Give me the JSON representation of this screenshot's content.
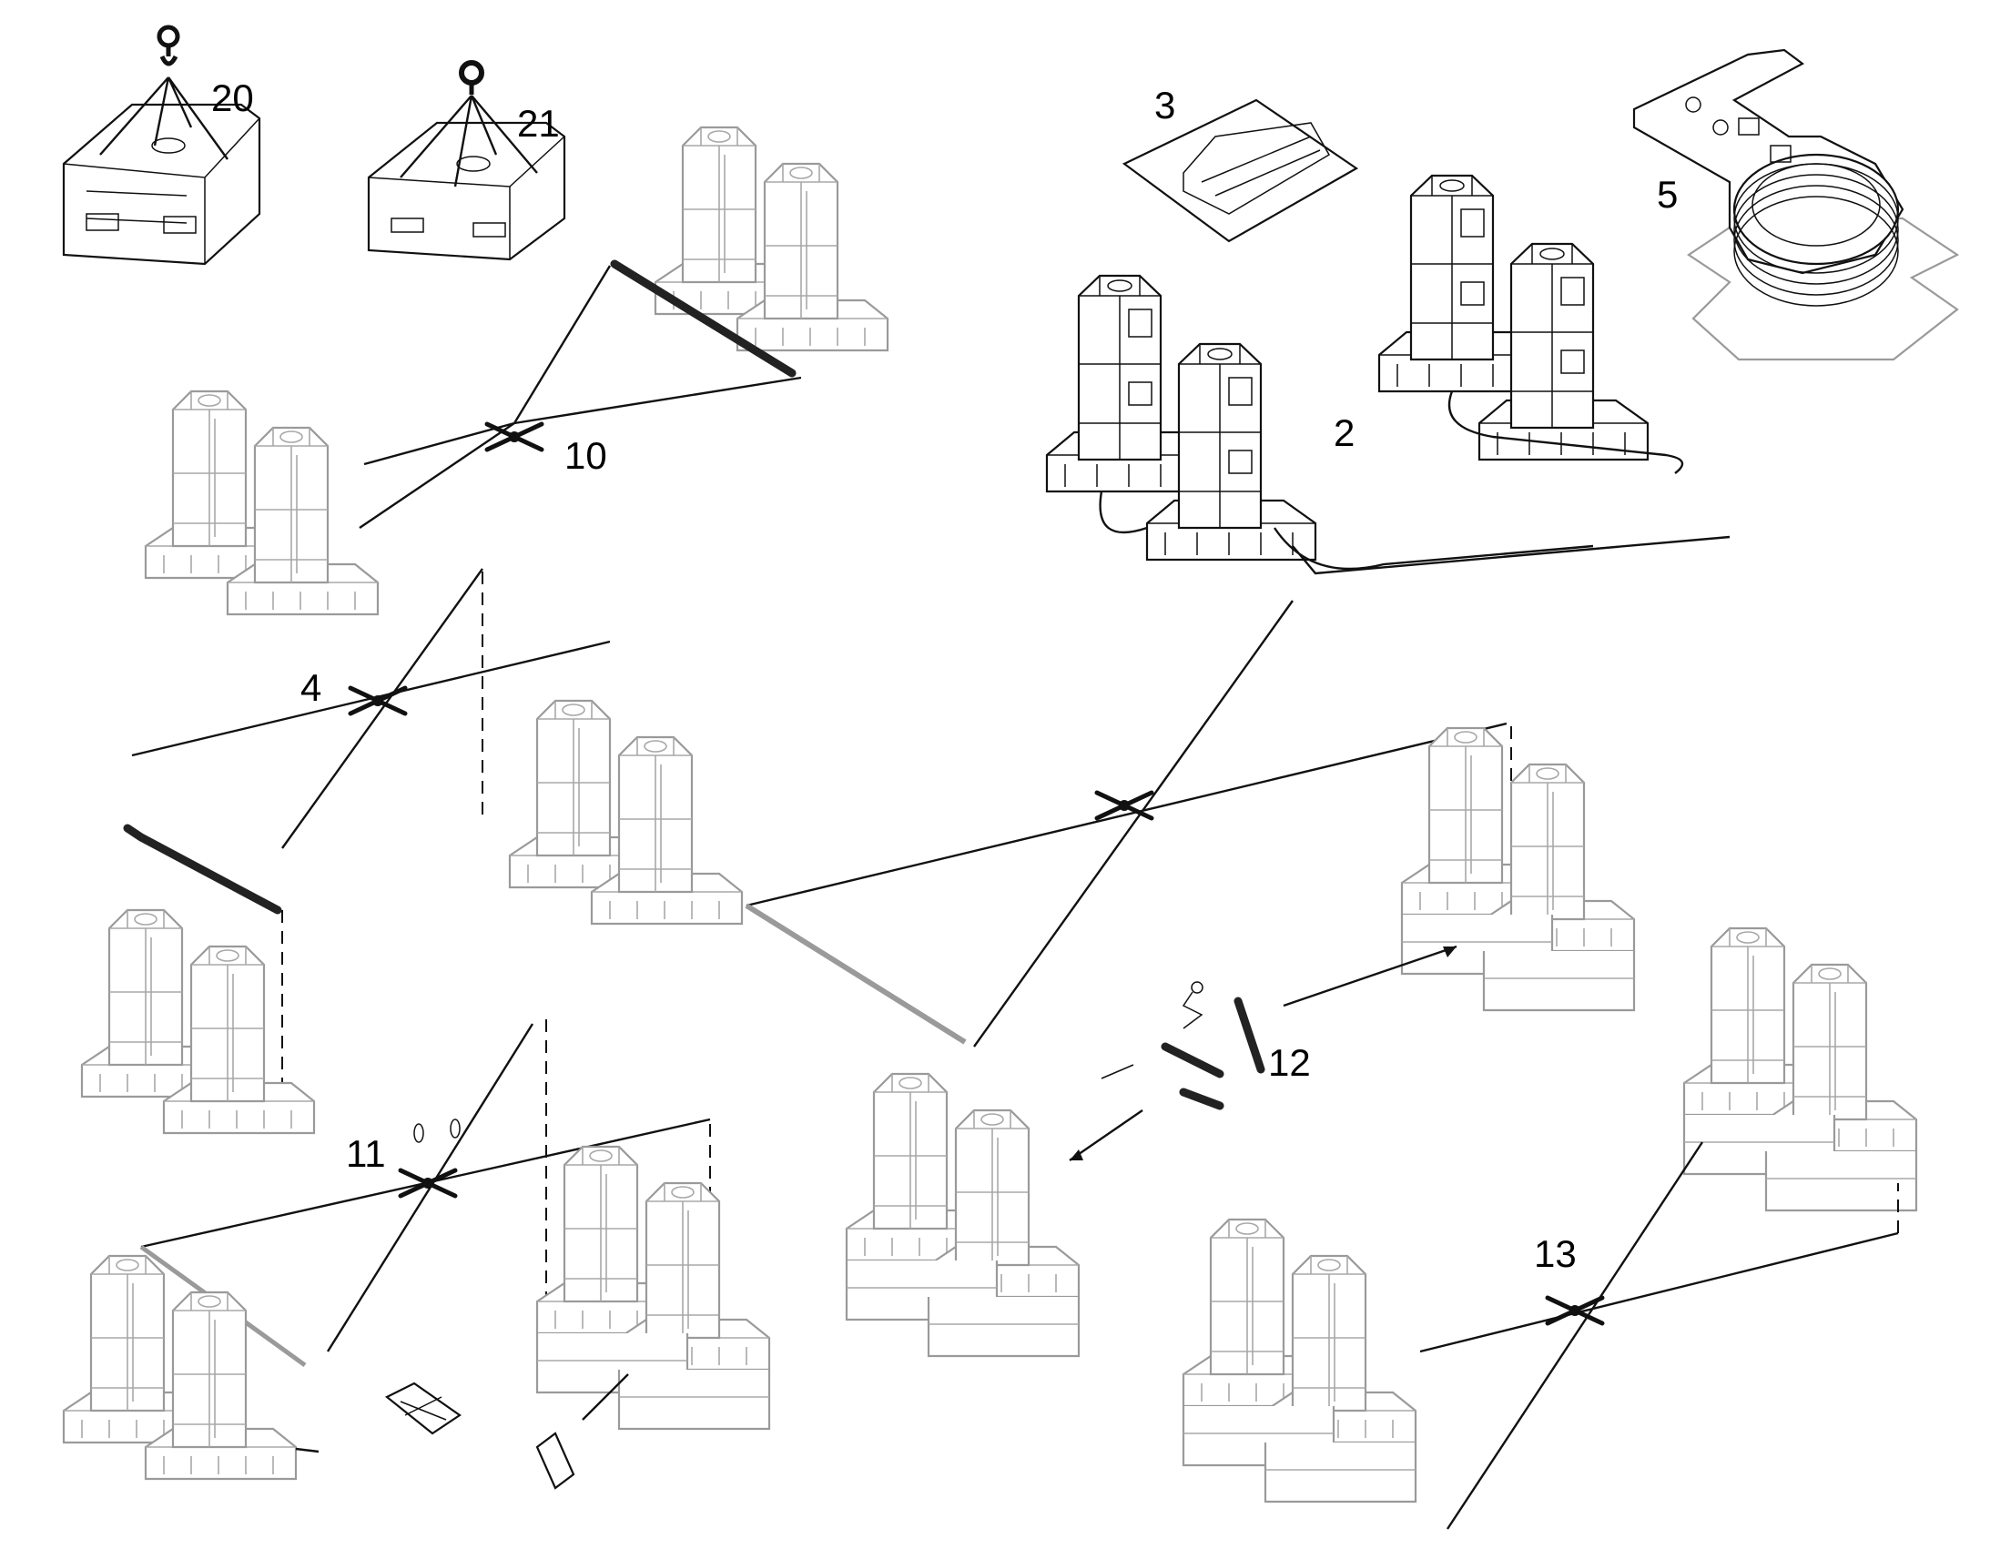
{
  "figure": {
    "callouts": [
      {
        "id": "20",
        "text": "20"
      },
      {
        "id": "21",
        "text": "21"
      },
      {
        "id": "3",
        "text": "3"
      },
      {
        "id": "5",
        "text": "5"
      },
      {
        "id": "2",
        "text": "2"
      },
      {
        "id": "10",
        "text": "10"
      },
      {
        "id": "4",
        "text": "4"
      },
      {
        "id": "11",
        "text": "11"
      },
      {
        "id": "12",
        "text": "12"
      },
      {
        "id": "13",
        "text": "13"
      }
    ],
    "colors": {
      "line": "#111111",
      "ghost": "#9a9a9a",
      "background": "#ffffff"
    }
  }
}
